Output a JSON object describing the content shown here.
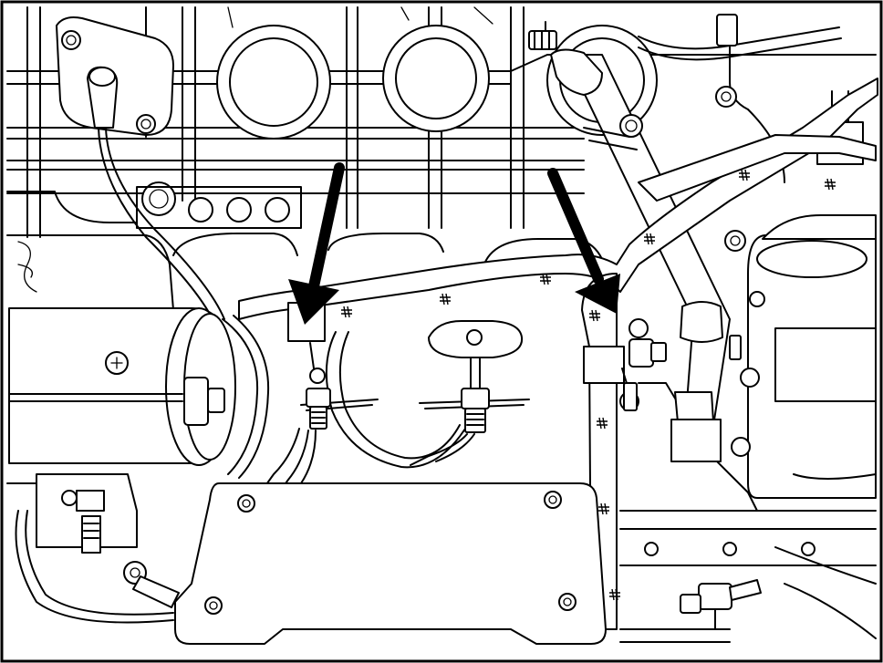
{
  "colors": {
    "background": "#ffffff",
    "line": "#000000",
    "arrow": "#000000"
  },
  "callouts": [
    {
      "id": "left-arrow",
      "points_to": "harness-clamp-left"
    },
    {
      "id": "right-arrow",
      "points_to": "harness-clamp-right"
    }
  ],
  "harness_tape_marks": 10
}
